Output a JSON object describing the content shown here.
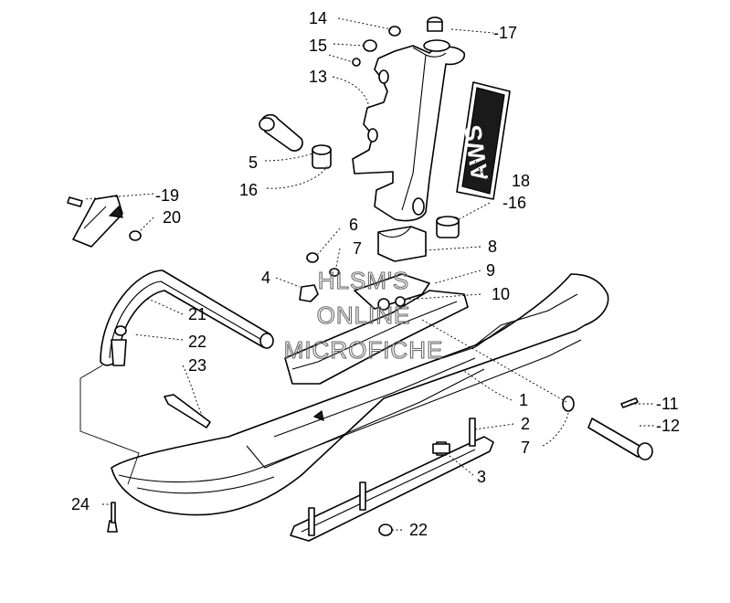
{
  "watermark": {
    "line1": "HLSM'S",
    "line2": "ONLINE",
    "line3": "MICROFICHE"
  },
  "decal": {
    "text": "AWS",
    "color": "#1a1a1a"
  },
  "callouts": {
    "c1": "1",
    "c2": "2",
    "c3": "3",
    "c4": "4",
    "c5": "5",
    "c6": "6",
    "c7a": "7",
    "c7b": "7",
    "c8": "8",
    "c9": "9",
    "c10": "10",
    "c11": "-11",
    "c12": "-12",
    "c13": "13",
    "c14": "14",
    "c15": "15",
    "c16a": "16",
    "c16b": "-16",
    "c17": "-17",
    "c18": "18",
    "c19": "-19",
    "c20": "20",
    "c21": "21",
    "c22a": "22",
    "c22b": "22",
    "c23": "23",
    "c24": "24"
  }
}
